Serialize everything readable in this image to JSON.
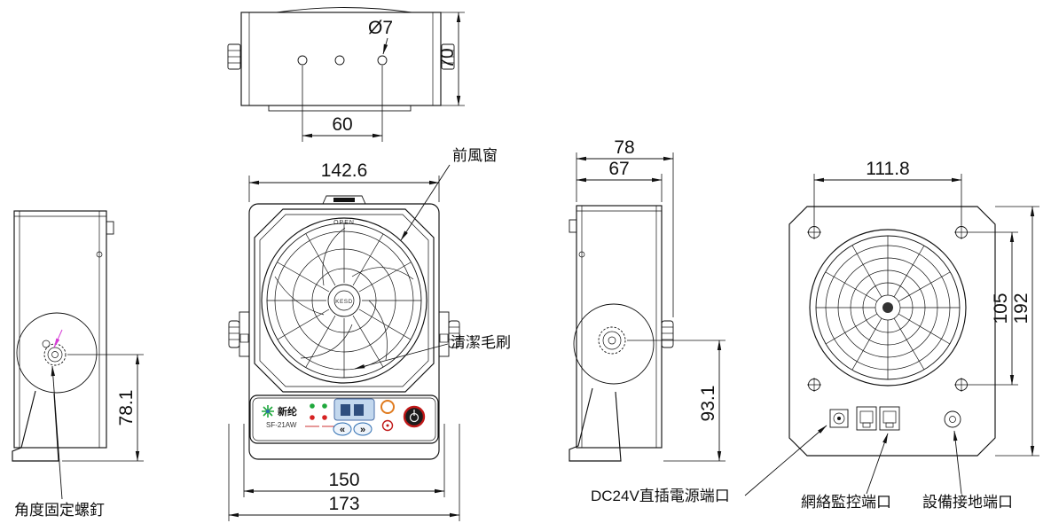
{
  "colors": {
    "line": "#111111",
    "brand_blue": "#1a3f8f",
    "accent_blue": "#2b6cb0",
    "led_green": "#1fa83c",
    "led_red": "#d62323",
    "display_blue": "#c3d8ee",
    "button_orange": "#e07b1f",
    "power_red": "#c01818",
    "magenta": "#d63ad6"
  },
  "views": {
    "top": {
      "dim_hole_spacing": "60",
      "dim_hole_diameter": "Ø7",
      "dim_depth": "70"
    },
    "front": {
      "dim_body_width": "142.6",
      "dim_bracket_width": "150",
      "dim_total_width": "173",
      "callout_front_window": "前風窗",
      "callout_cleaning_brush": "清潔毛刷",
      "open_label": "OPEN",
      "brand": "新纶",
      "model": "SF-21AW",
      "hub_logo": "KESD",
      "btn_prev": "«",
      "btn_next": "»"
    },
    "left_side": {
      "dim_pivot_height": "78.1",
      "callout_angle_screw": "角度固定螺釘"
    },
    "right_side": {
      "dim_total_depth": "78",
      "dim_body_depth": "67",
      "dim_pivot_height": "93.1"
    },
    "rear": {
      "dim_hole_spacing_h": "111.8",
      "dim_hole_spacing_v": "105",
      "dim_height": "192",
      "callout_dc_port": "DC24V直插電源端口",
      "callout_network_port": "網絡監控端口",
      "callout_ground_port": "設備接地端口"
    }
  }
}
